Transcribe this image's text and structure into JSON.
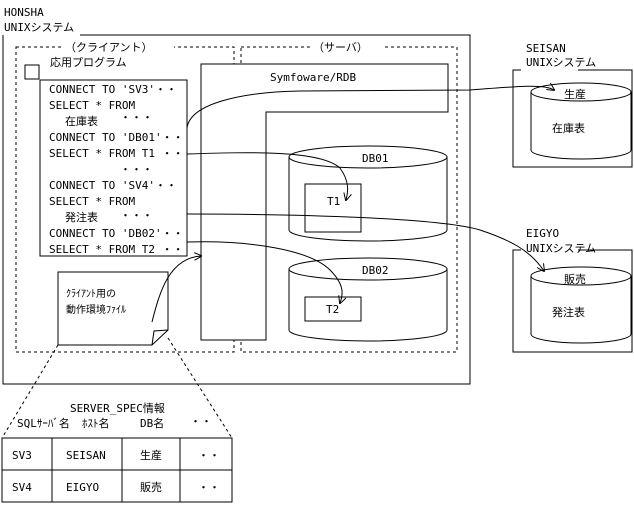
{
  "honsha": {
    "label1": "HONSHA",
    "label2": "UNIXシステム"
  },
  "client": {
    "label": "（クライアント）",
    "app_label": "応用プログラム"
  },
  "server": {
    "label": "（サーバ）",
    "product": "Symfoware/RDB"
  },
  "code_lines": [
    "CONNECT TO 'SV3'・・",
    "SELECT * FROM",
    "在庫表",
    "・・・",
    "CONNECT TO 'DB01'・・",
    "SELECT * FROM T1 ・・",
    "・・・",
    "CONNECT TO 'SV4'・・",
    "SELECT * FROM",
    "発注表",
    "・・・",
    "CONNECT TO 'DB02'・・",
    "SELECT * FROM T2 ・・"
  ],
  "db01": {
    "name": "DB01",
    "table": "T1"
  },
  "db02": {
    "name": "DB02",
    "table": "T2"
  },
  "env_file": {
    "line1": "ｸﾗｲｱﾝﾄ用の",
    "line2": "動作環境ﾌｧｲﾙ"
  },
  "seisan": {
    "label1": "SEISAN",
    "label2": "UNIXシステム",
    "db": "生産",
    "table": "在庫表"
  },
  "eigyo": {
    "label1": "EIGYO",
    "label2": "UNIXシステム",
    "db": "販売",
    "table": "発注表"
  },
  "spec": {
    "title": "SERVER_SPEC情報",
    "headers": [
      "SQLｻｰﾊﾞ名",
      "ﾎｽﾄ名",
      "DB名",
      "・・"
    ],
    "rows": [
      [
        "SV3",
        "SEISAN",
        "生産",
        "・・"
      ],
      [
        "SV4",
        "EIGYO",
        "販売",
        "・・"
      ]
    ]
  }
}
